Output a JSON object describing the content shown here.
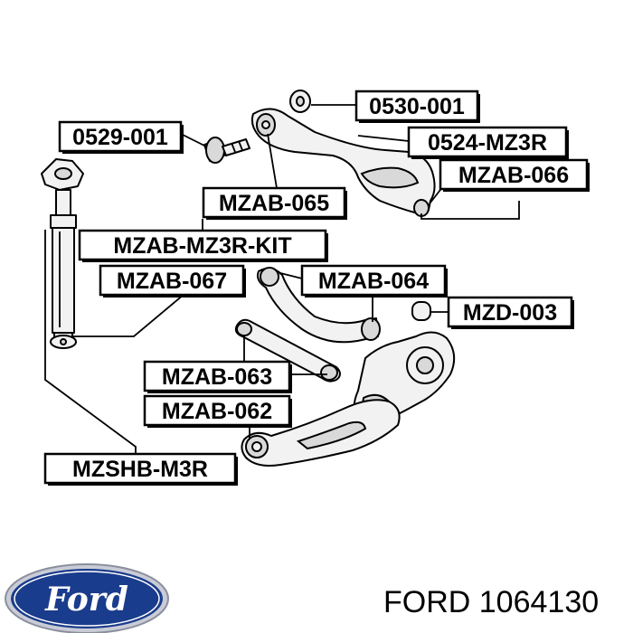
{
  "labels": {
    "l0530": "0530-001",
    "l0529": "0529-001",
    "l0524": "0524-MZ3R",
    "lmzab066": "MZAB-066",
    "lmzab065": "MZAB-065",
    "lkit": "MZAB-MZ3R-KIT",
    "lmzab067": "MZAB-067",
    "lmzab064": "MZAB-064",
    "lmzd003": "MZD-003",
    "lmzab063": "MZAB-063",
    "lmzab062": "MZAB-062",
    "lmzshb": "MZSHB-M3R"
  },
  "logo": {
    "text": "Ford",
    "color": "#1a3c8c"
  },
  "footer": {
    "text": "FORD 1064130"
  }
}
